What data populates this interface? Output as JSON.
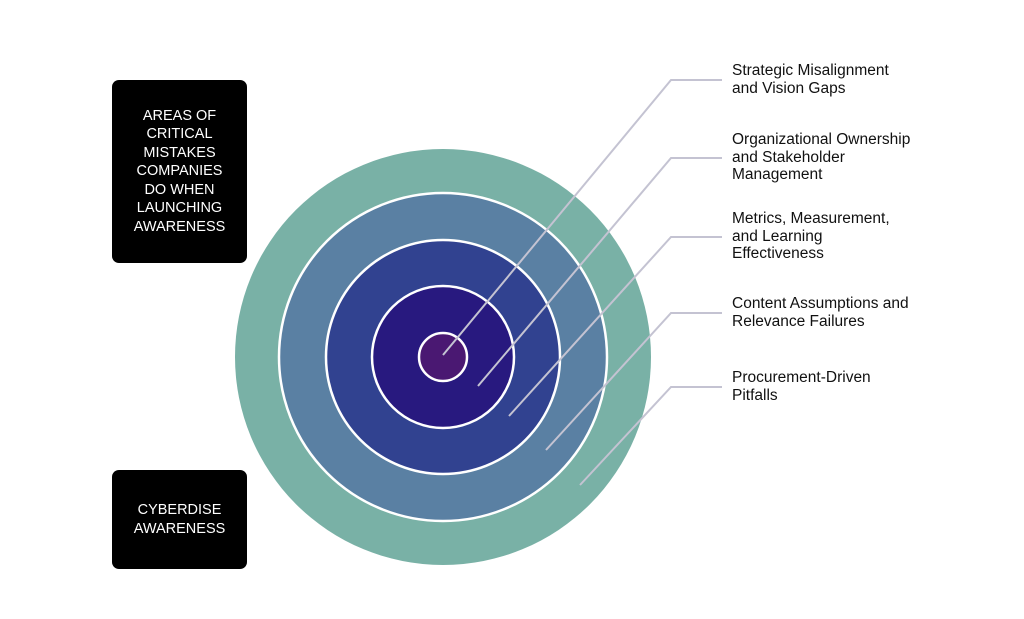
{
  "title_box": "AREAS OF\nCRITICAL\nMISTAKES\nCOMPANIES\nDO WHEN\nLAUNCHING\nAWARENESS",
  "brand_box": "CYBERDISE\nAWARENESS",
  "rings": [
    {
      "color": "#79b1a6"
    },
    {
      "color": "#5a80a3"
    },
    {
      "color": "#314290"
    },
    {
      "color": "#28197f"
    },
    {
      "color": "#4a1872"
    }
  ],
  "leader_color": "#c4c3d2",
  "labels": [
    "Strategic Misalignment\nand Vision Gaps",
    "Organizational Ownership\nand Stakeholder\nManagement",
    "Metrics, Measurement,\nand Learning\nEffectiveness",
    "Content Assumptions and\nRelevance Failures",
    "Procurement-Driven\nPitfalls"
  ]
}
